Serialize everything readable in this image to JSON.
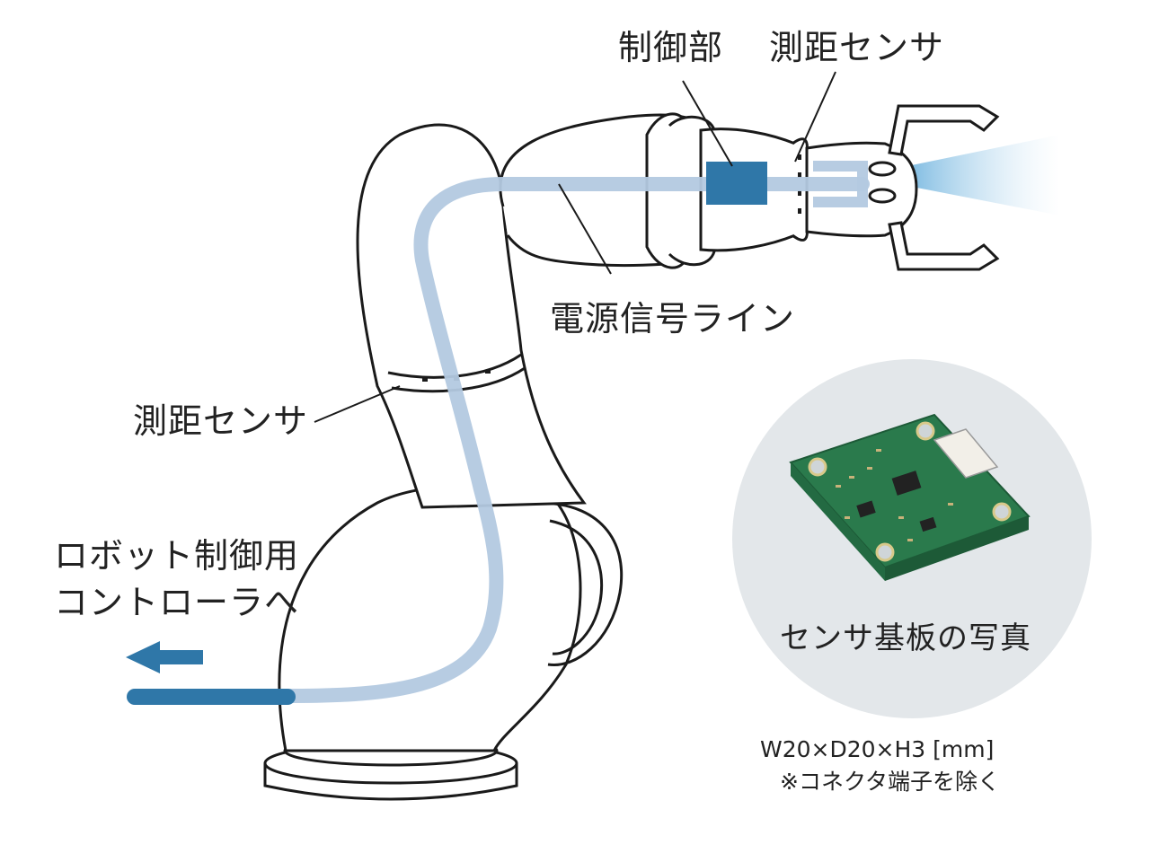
{
  "labels": {
    "control_unit": "制御部",
    "distance_sensor_top": "測距センサ",
    "power_signal_line": "電源信号ライン",
    "distance_sensor_left": "測距センサ",
    "to_controller_line1": "ロボット制御用",
    "to_controller_line2": "コントローラへ",
    "board_photo_caption": "センサ基板の写真",
    "board_dimensions": "W20×D20×H3 [mm]",
    "board_note": "※コネクタ端子を除く"
  },
  "colors": {
    "signal_line": "#b3c9e0",
    "control_unit": "#2f77a8",
    "output_arrow": "#2f77a8",
    "photo_circle": "#e3e7ea",
    "pcb": "#2a7a4c",
    "outline": "#1a1a1a"
  }
}
